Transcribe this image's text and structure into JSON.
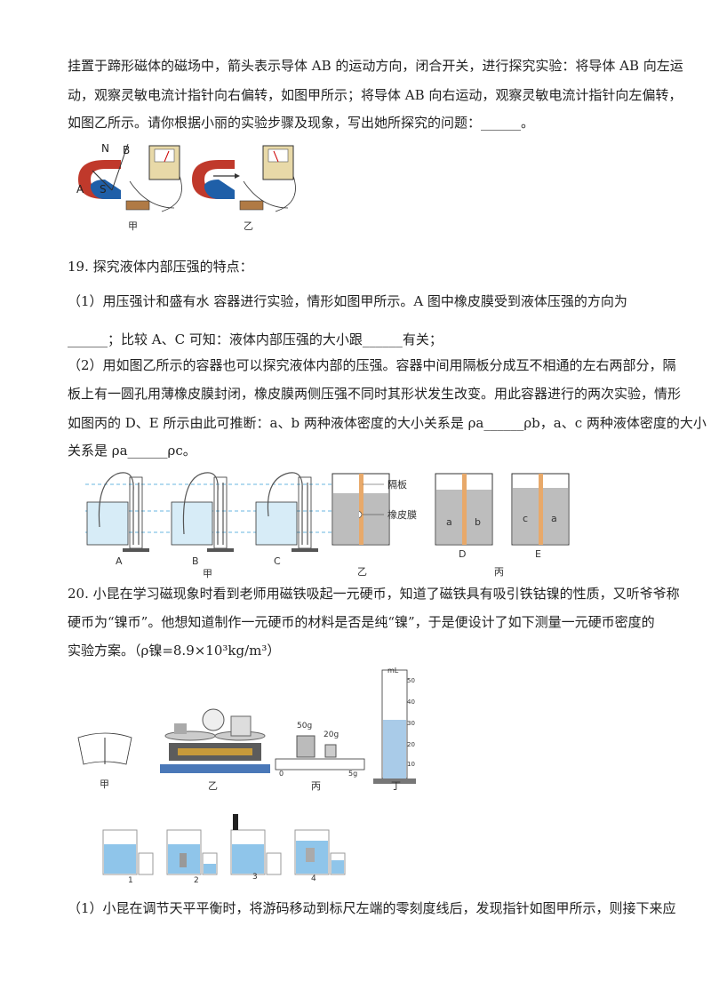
{
  "paragraph18": {
    "line1": "挂置于蹄形磁体的磁场中，箭头表示导体 AB 的运动方向，闭合开关，进行探究实验：将导体 AB 向左运",
    "line2": "动，观察灵敏电流计指针向右偏转，如图甲所示；将导体 AB 向右运动，观察灵敏电流计指针向左偏转，",
    "line3": "如图乙所示。请你根据小丽的实验步骤及现象，写出她所探究的问题：______。"
  },
  "fig18": {
    "label_n": "N",
    "label_b": "B",
    "label_a": "A",
    "label_s": "S",
    "caption_jia": "甲",
    "caption_yi": "乙"
  },
  "q19": {
    "title": "19. 探究液体内部压强的特点：",
    "p1_line1": "（1）用压强计和盛有水        容器进行实验，情形如图甲所示。A 图中橡皮膜受到液体压强的方向为",
    "p1_line2": "______；比较 A、C 可知：液体内部压强的大小跟______有关；",
    "p2_line1": "（2）用如图乙所示的容器也可以探究液体内部的压强。容器中间用隔板分成互不相通的左右两部分，隔",
    "p2_line2": "板上有一圆孔用薄橡皮膜封闭，橡皮膜两侧压强不同时其形状发生改变。用此容器进行的两次实验，情形",
    "p2_line3": "如图丙的 D、E 所示由此可推断：a、b 两种液体密度的大小关系是 ρa______ρb，a、c 两种液体密度的大小",
    "p2_line4": "关系是 ρa______ρc。"
  },
  "fig19": {
    "label_A": "A",
    "label_B": "B",
    "label_C": "C",
    "caption_jia": "甲",
    "label_geban": "隔板",
    "label_xiangpimo": "橡皮膜",
    "caption_yi": "乙",
    "label_D": "D",
    "label_E": "E",
    "caption_bing": "丙",
    "liq_a": "a",
    "liq_b": "b",
    "liq_c": "c",
    "liq_a2": "a"
  },
  "q20": {
    "line1": "20. 小昆在学习磁现象时看到老师用磁铁吸起一元硬币，知道了磁铁具有吸引铁钴镍的性质，又听爷爷称",
    "line2": "硬币为“镍币”。他想知道制作一元硬币的材料是否是纯“镍”，于是便设计了如下测量一元硬币密度的",
    "line3": "实验方案。（ρ镍=8.9×10³kg/m³）"
  },
  "fig20": {
    "caption_jia": "甲",
    "caption_yi": "乙",
    "caption_bing": "丙",
    "caption_ding": "丁",
    "weight_50": "50g",
    "weight_20": "20g",
    "cyl_unit": "mL",
    "cyl_50": "50",
    "cyl_40": "40",
    "cyl_30": "30",
    "cyl_20": "20",
    "cyl_10": "10",
    "ruler_0": "0",
    "ruler_5": "5g",
    "step1": "1",
    "step2": "2",
    "step3": "3",
    "step4": "4"
  },
  "q20_sub1": "（1）小昆在调节天平平衡时，将游码移动到标尺左端的零刻度线后，发现指针如图甲所示，则接下来应"
}
